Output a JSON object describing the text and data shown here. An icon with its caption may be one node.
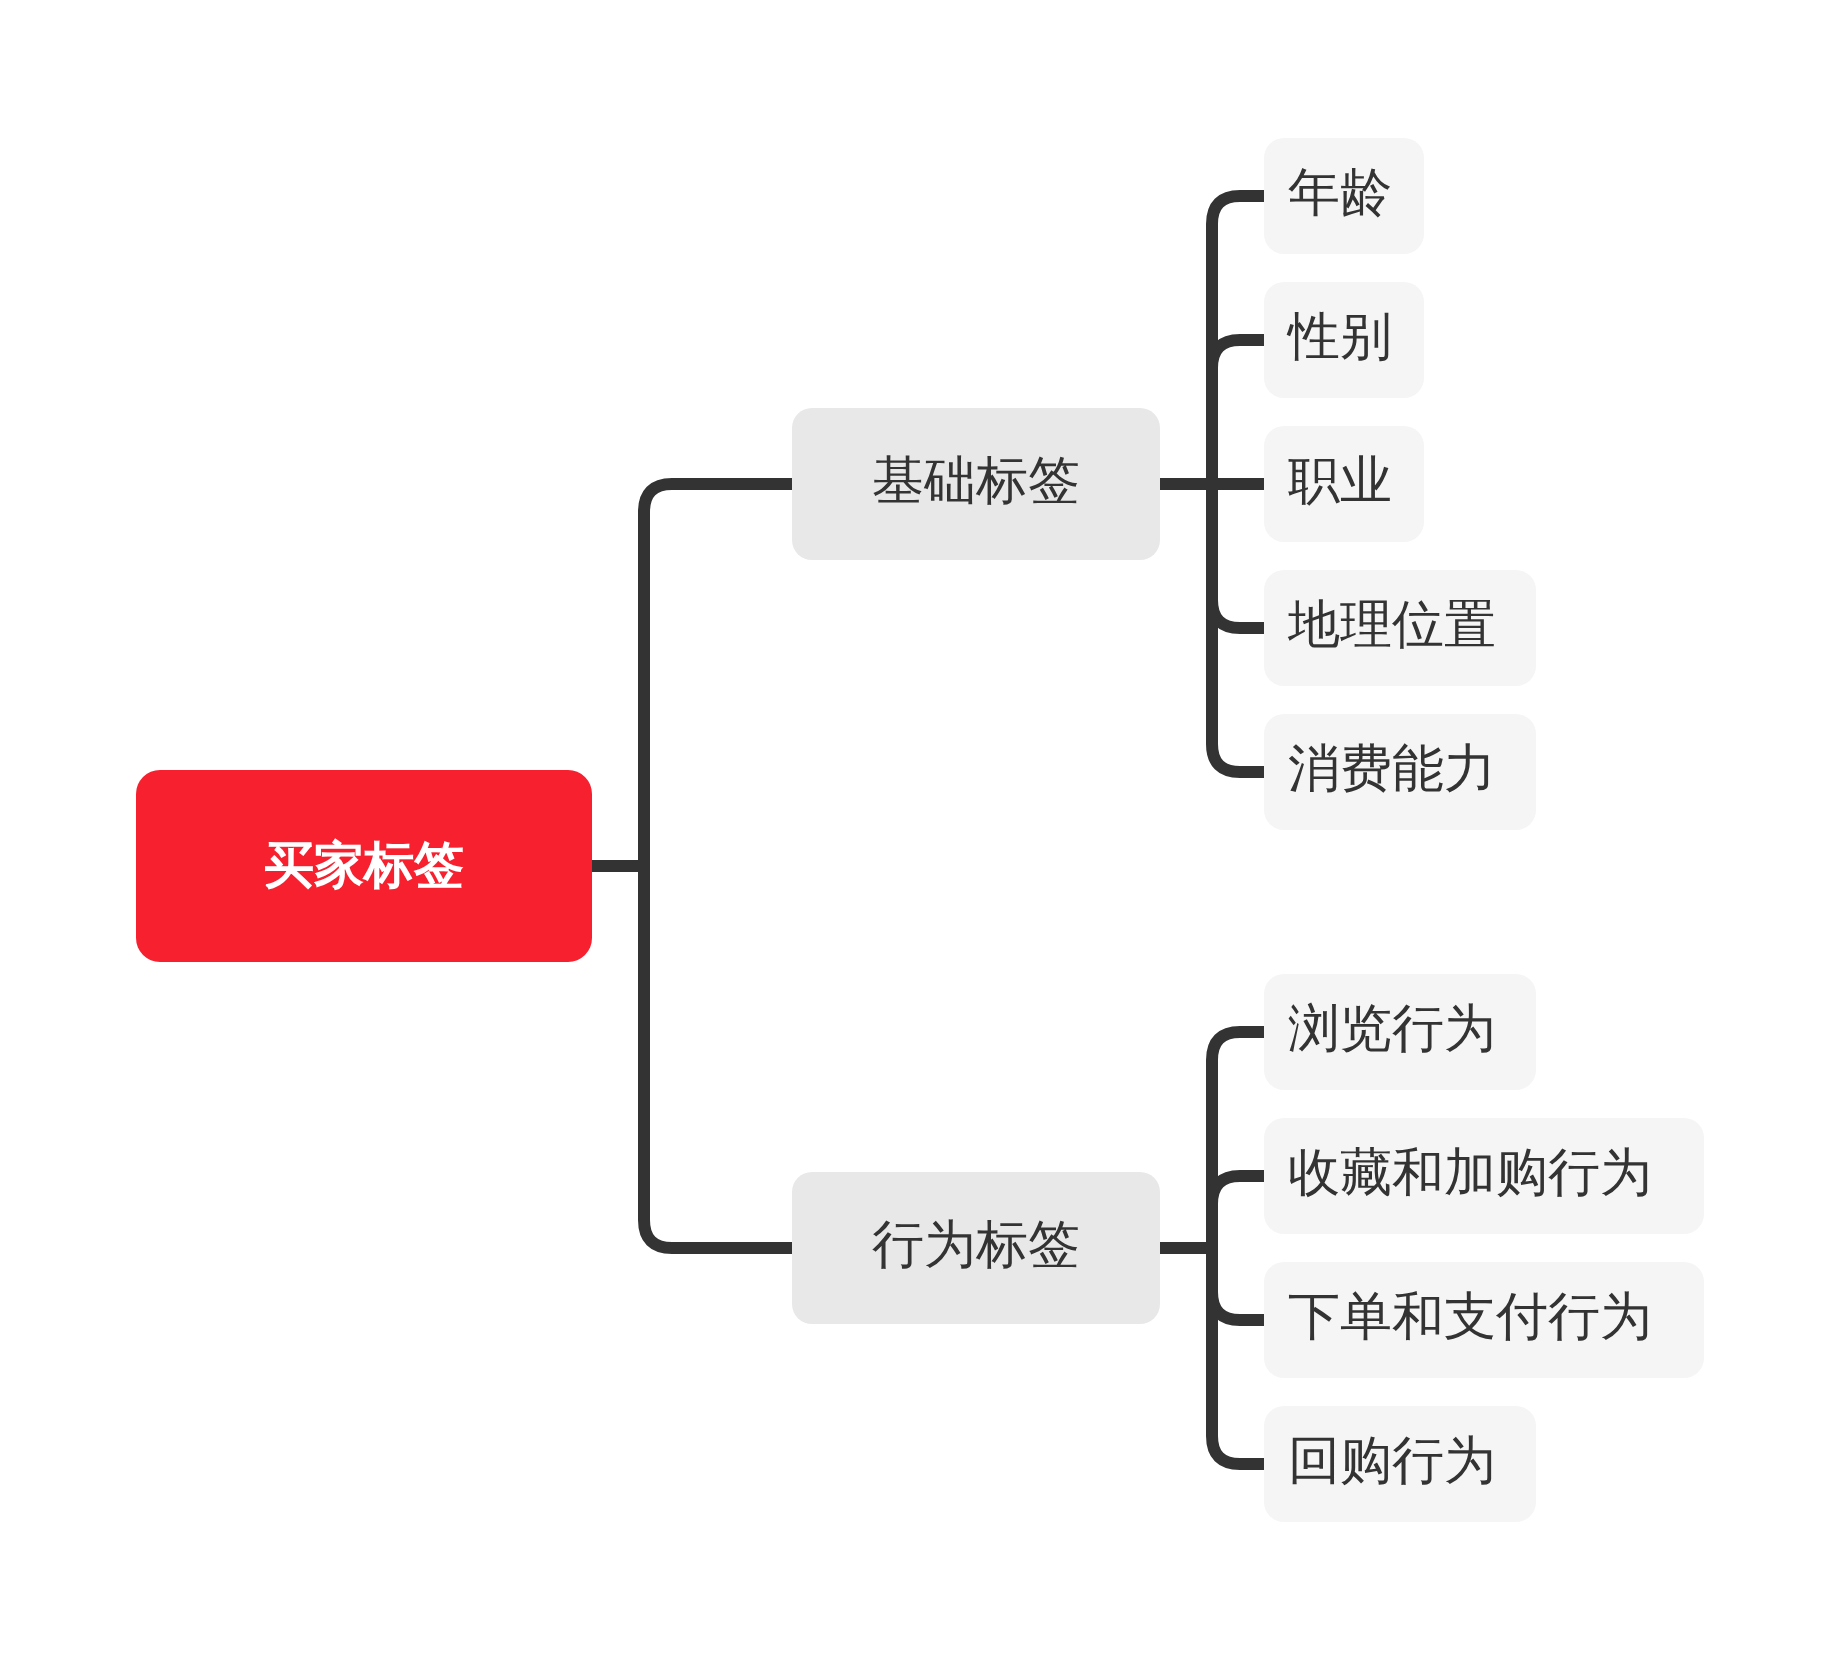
{
  "diagram": {
    "nodes": [
      {
        "text": [
          "买家标签"
        ]
      },
      {
        "text": [
          "基础标签"
        ]
      },
      {
        "text": [
          "年龄"
        ]
      },
      {
        "text": [
          "性别"
        ]
      },
      {
        "text": [
          "职业"
        ]
      },
      {
        "text": [
          "地理位置"
        ]
      },
      {
        "text": [
          "消费能力"
        ]
      },
      {
        "text": [
          "行为标签"
        ]
      },
      {
        "text": [
          "浏览行为"
        ]
      },
      {
        "text": [
          "收藏和加购行为"
        ]
      },
      {
        "text": [
          "下单和支付行为"
        ]
      },
      {
        "text": [
          "回购行为"
        ]
      }
    ],
    "edges": [
      {
        "from": 0,
        "to": 1,
        "arrow": "none"
      },
      {
        "from": 0,
        "to": 7,
        "arrow": "none"
      },
      {
        "from": 1,
        "to": 2,
        "arrow": "none"
      },
      {
        "from": 1,
        "to": 3,
        "arrow": "none"
      },
      {
        "from": 1,
        "to": 4,
        "arrow": "none"
      },
      {
        "from": 1,
        "to": 5,
        "arrow": "none"
      },
      {
        "from": 1,
        "to": 6,
        "arrow": "none"
      },
      {
        "from": 7,
        "to": 8,
        "arrow": "none"
      },
      {
        "from": 7,
        "to": 9,
        "arrow": "none"
      },
      {
        "from": 7,
        "to": 10,
        "arrow": "none"
      },
      {
        "from": 7,
        "to": 11,
        "arrow": "none"
      }
    ]
  }
}
